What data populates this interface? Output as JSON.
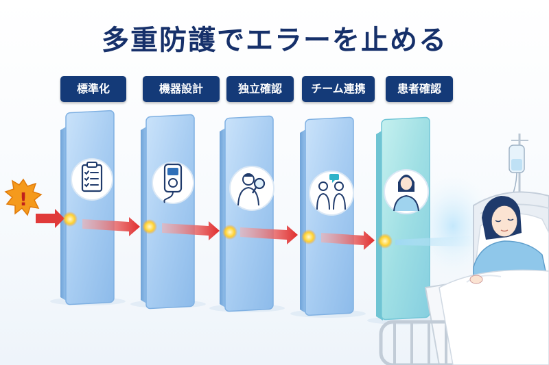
{
  "title": "多重防護でエラーを止める",
  "barriers": [
    {
      "label": "標準化",
      "icon": "clipboard-checklist-icon"
    },
    {
      "label": "機器設計",
      "icon": "medical-device-icon"
    },
    {
      "label": "独立確認",
      "icon": "doctor-magnifier-icon"
    },
    {
      "label": "チーム連携",
      "icon": "team-discussion-icon"
    },
    {
      "label": "患者確認",
      "icon": "patient-icon"
    }
  ],
  "colors": {
    "title": "#16306a",
    "label_bg": "#143a78",
    "panel": "#9cc6f0",
    "panel_last": "#a6e6e6",
    "arrow": "#e03a3a",
    "warning": "#f59a1c"
  },
  "error_symbol": "!"
}
